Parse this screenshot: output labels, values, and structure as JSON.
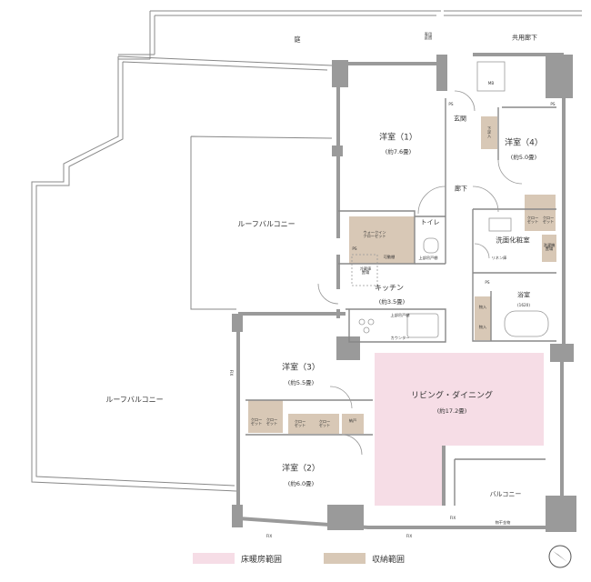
{
  "labels": {
    "niwa": "庭",
    "common_corridor": "共用廊下",
    "kyoyo_bikou": "専用\n庭園",
    "mb": "MB",
    "ps1": "PS",
    "ps2": "PS",
    "ps3": "PS",
    "ps4": "PS",
    "roof_balcony_1": "ルーフバルコニー",
    "roof_balcony_2": "ルーフバルコニー",
    "room1": "洋室（1）",
    "room1_area": "(約7.6畳)",
    "room4": "洋室（4）",
    "room4_area": "(約5.0畳)",
    "genkan": "玄関",
    "shoes": "下足入",
    "rouka": "廊下",
    "toilet": "トイレ",
    "walkin": "ウォークイン\nクローゼット",
    "kadou": "可動棚",
    "upper_shelf": "上部吊戸棚",
    "kitchen": "キッチン",
    "kitchen_area": "(約3.5畳)",
    "pantry": "冷蔵庫\n置場",
    "upper_cabinet": "上部吊戸棚",
    "counter": "カウンター",
    "senmen": "洗面化粧室",
    "linen": "リネン庫",
    "yokushitsu": "浴室",
    "yokushitsu_size": "(1620)",
    "storage1": "物入",
    "storage2": "物入",
    "closet_4a": "クロー\nゼット",
    "closet_4b": "クロー\nゼット",
    "wash_machine": "洗濯機\n置場",
    "room3": "洋室（3）",
    "room3_area": "(約5.5畳)",
    "room2": "洋室（2）",
    "room2_area": "(約6.0畳)",
    "closet_3a": "クロー\nゼット",
    "closet_3b": "クロー\nゼット",
    "closet_2a": "クロー\nゼット",
    "closet_2b": "クロー\nゼット",
    "nando": "納戸",
    "living": "リビング・ダイニング",
    "living_area": "(約17.2畳)",
    "balcony": "バルコニー",
    "balcony_item": "物干金物",
    "fix1": "FIX",
    "fix2": "FIX",
    "fix3": "FIX",
    "fix4": "FIX"
  },
  "legend": [
    {
      "label": "床暖房範囲",
      "color": "#f6dde6"
    },
    {
      "label": "収納範囲",
      "color": "#d8c8b6"
    }
  ],
  "colors": {
    "wall": "#9a9a9a",
    "wall_dark": "#8a8a8a",
    "line": "#777777",
    "floor_heating": "#f6dde6",
    "storage": "#d8c8b6"
  },
  "icons": [
    "north-arrow-icon"
  ]
}
